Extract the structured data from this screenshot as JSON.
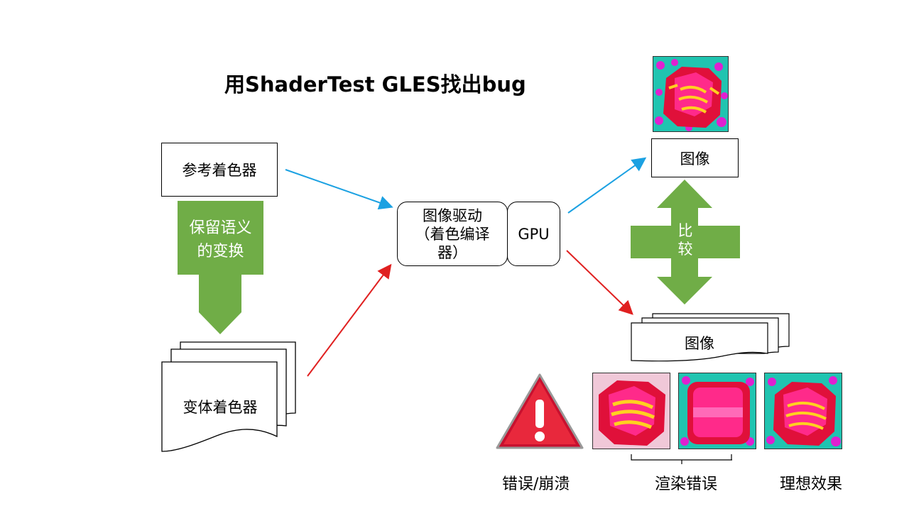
{
  "title": "用ShaderTest GLES找出bug",
  "reference_shader": "参考着色器",
  "transform_label_line1": "保留语义",
  "transform_label_line2": "的变换",
  "variant_shader": "变体着色器",
  "driver_line1": "图像驱动",
  "driver_line2": "（着色编译",
  "driver_line3": "器）",
  "gpu": "GPU",
  "image_top": "图像",
  "image_bottom": "图像",
  "compare_line1": "比",
  "compare_line2": "较",
  "caption_crash": "错误/崩溃",
  "caption_render_error": "渲染错误",
  "caption_ideal": "理想效果",
  "colors": {
    "blue_arrow": "#1ba1e2",
    "red_arrow": "#e02020",
    "green": "#70ad47",
    "warning_red": "#c8102e"
  }
}
